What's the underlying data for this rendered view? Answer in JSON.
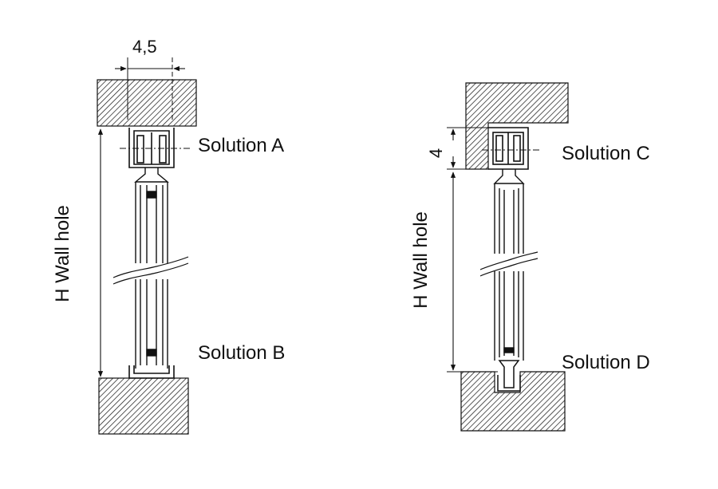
{
  "left": {
    "dimension_top": "4,5",
    "height_label": "H Wall hole",
    "solution_top": "Solution A",
    "solution_bottom": "Solution B"
  },
  "right": {
    "dimension_side": "4",
    "height_label": "H Wall hole",
    "solution_top": "Solution C",
    "solution_bottom": "Solution D"
  },
  "colors": {
    "line": "#111111",
    "background": "#ffffff"
  }
}
